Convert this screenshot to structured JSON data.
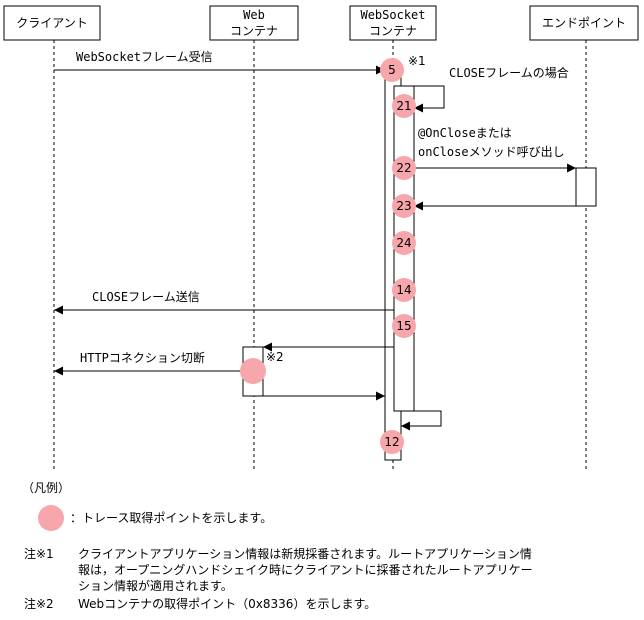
{
  "participants": {
    "client": "クライアント",
    "web_line1": "Web",
    "web_line2": "コンテナ",
    "ws_line1": "WebSocket",
    "ws_line2": "コンテナ",
    "endpoint": "エンドポイント"
  },
  "messages": {
    "ws_frame_receive": "WebSocketフレーム受信",
    "close_case": "CLOSEフレームの場合",
    "onclose_line1": "@OnCloseまたは",
    "onclose_line2": "onCloseメソッド呼び出し",
    "close_frame_send": "CLOSEフレーム送信",
    "http_disconnect": "HTTPコネクション切断"
  },
  "trace_points": {
    "p5": "5",
    "p21": "21",
    "p22": "22",
    "p23": "23",
    "p24": "24",
    "p14": "14",
    "p15": "15",
    "p12": "12"
  },
  "marks": {
    "note1": "※1",
    "note2": "※2"
  },
  "legend": {
    "heading": "（凡例）",
    "desc": "：トレース取得ポイントを示します。"
  },
  "notes": {
    "n1_label": "注※1",
    "n1_line1": "クライアントアプリケーション情報は新規採番されます。ルートアプリケーション情",
    "n1_line2": "報は，オープニングハンドシェイク時にクライアントに採番されたルートアプリケー",
    "n1_line3": "ション情報が適用されます。",
    "n2_label": "注※2",
    "n2_text": "Webコンテナの取得ポイント（0x8336）を示します。"
  },
  "colors": {
    "trace_point": "#f7a6ab",
    "line": "#000000"
  }
}
